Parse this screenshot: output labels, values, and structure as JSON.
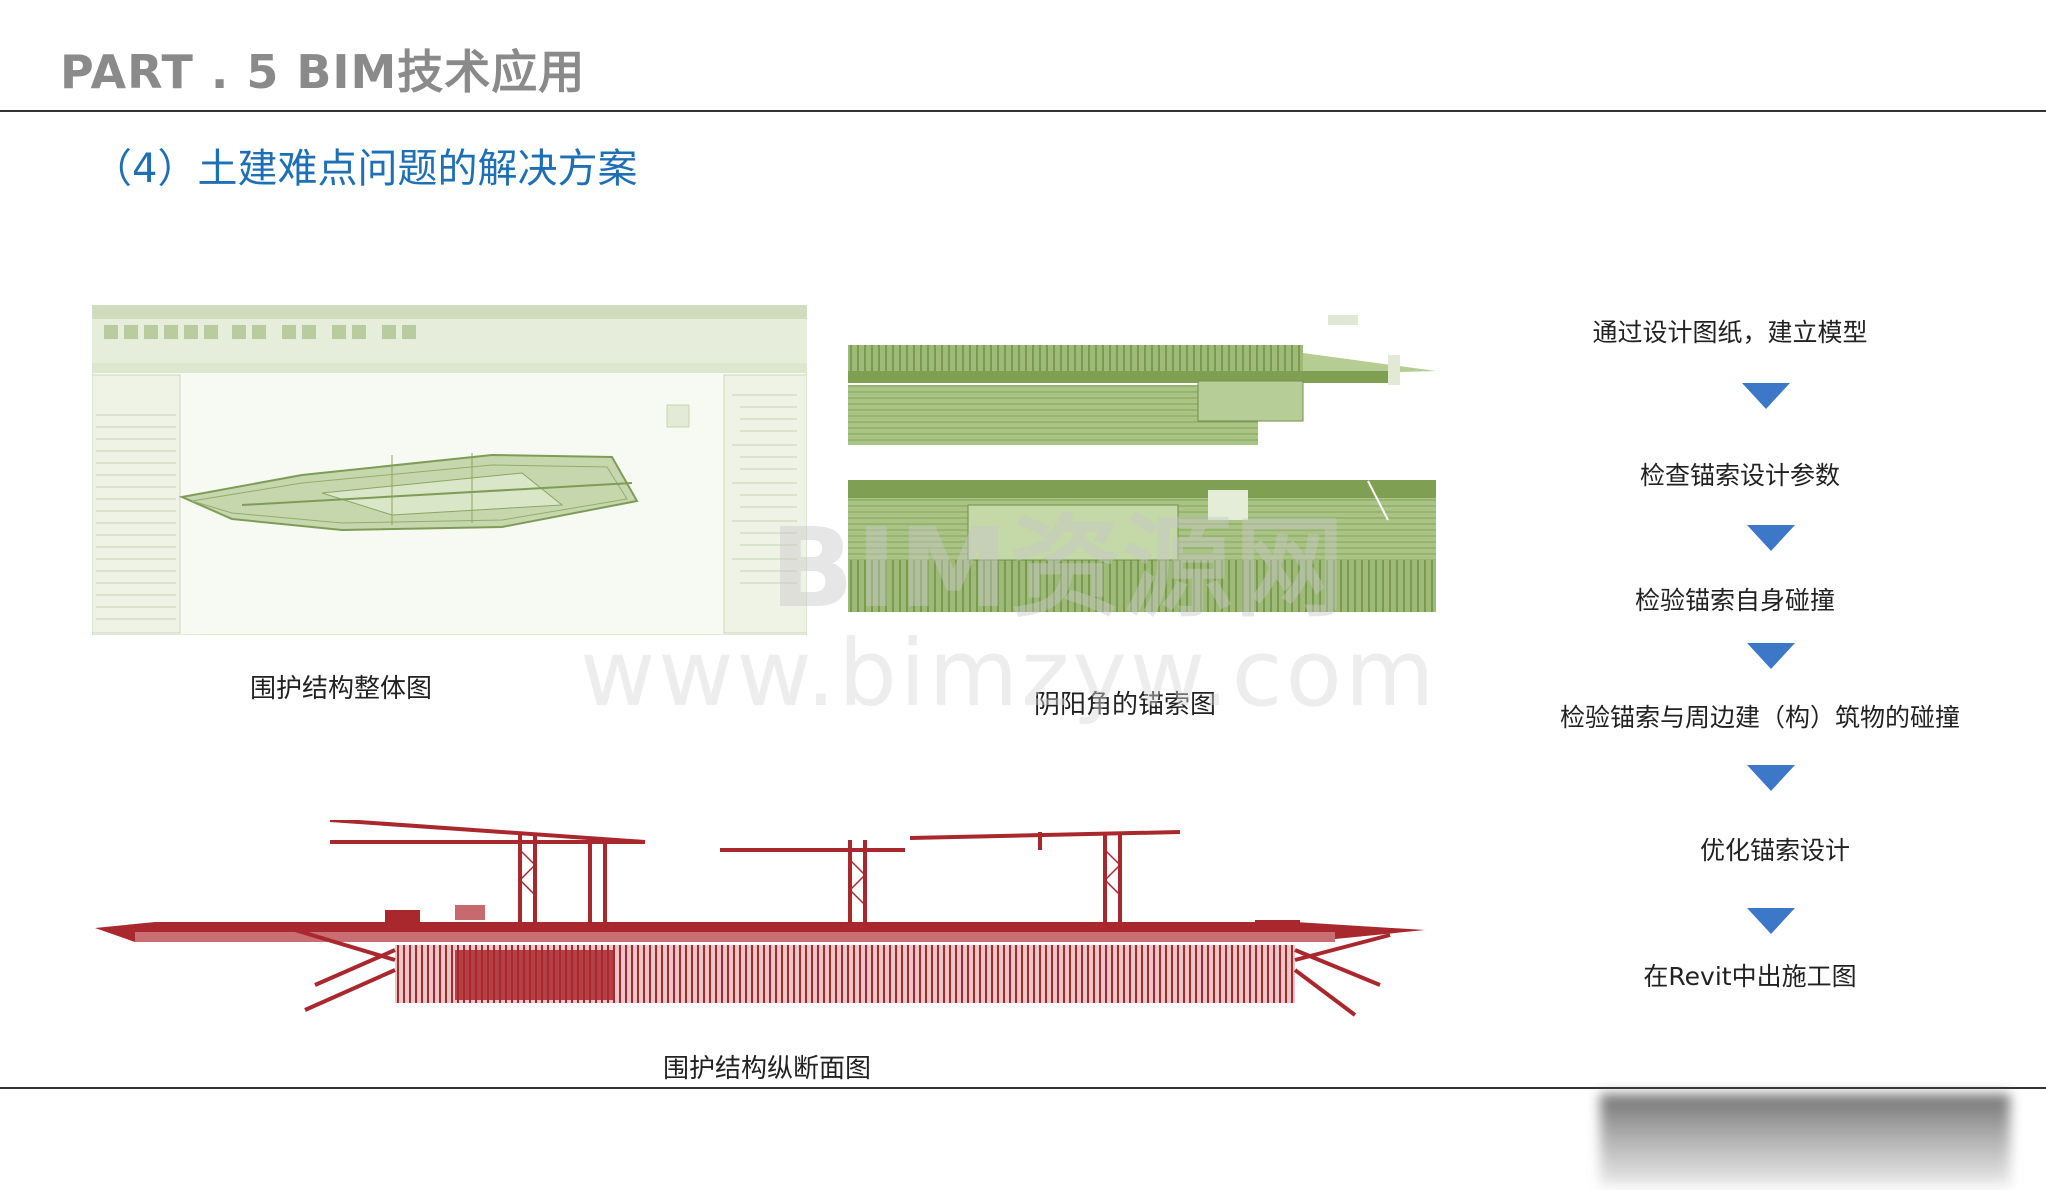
{
  "header": {
    "title": "PART . 5   BIM技术应用"
  },
  "section": {
    "title": "（4）土建难点问题的解决方案"
  },
  "figures": {
    "overall": {
      "caption": "围护结构整体图"
    },
    "corner": {
      "caption": "阴阳角的锚索图"
    },
    "section": {
      "caption": "围护结构纵断面图"
    }
  },
  "flow": {
    "steps": [
      "通过设计图纸，建立模型",
      "检查锚索设计参数",
      "检验锚索自身碰撞",
      "检验锚索与周边建（构）筑物的碰撞",
      "优化锚索设计",
      "在Revit中出施工图"
    ]
  },
  "watermark": {
    "line1": "BIM资源网",
    "line2": "www.bimzyw.com"
  },
  "colors": {
    "green": "#8aab63",
    "red": "#a8282e",
    "blue_title": "#1f6fb5",
    "arrow": "#3d78c8"
  }
}
